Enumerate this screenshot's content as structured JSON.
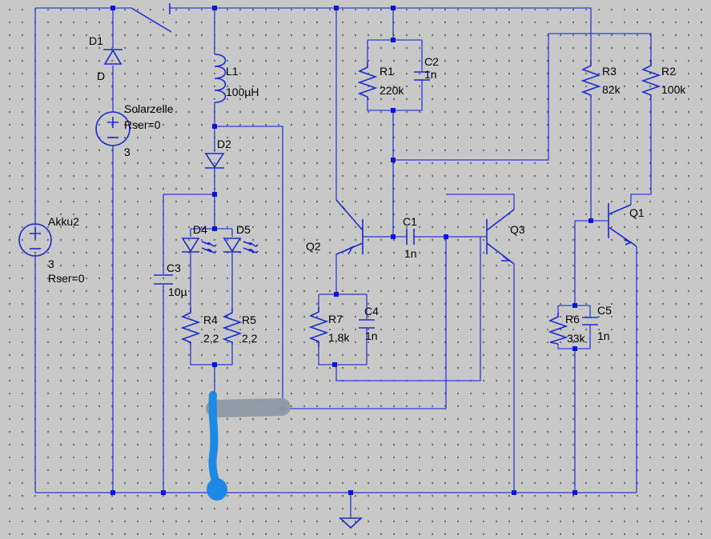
{
  "components": {
    "d1": {
      "name": "D1",
      "value": "D"
    },
    "solar": {
      "name": "Solarzelle",
      "rser": "Rser=0",
      "value": "3"
    },
    "akku": {
      "name": "Akku2",
      "value": "3",
      "rser": "Rser=0"
    },
    "l1": {
      "name": "L1",
      "value": "100µH"
    },
    "d2": {
      "name": "D2"
    },
    "d4": {
      "name": "D4"
    },
    "d5": {
      "name": "D5"
    },
    "c3": {
      "name": "C3",
      "value": "10µ"
    },
    "r4": {
      "name": "R4",
      "value": "2,2"
    },
    "r5": {
      "name": "R5",
      "value": "2,2"
    },
    "r1": {
      "name": "R1",
      "value": "220k"
    },
    "c2": {
      "name": "C2",
      "value": "1n"
    },
    "q2": {
      "name": "Q2"
    },
    "c1": {
      "name": "C1",
      "value": "1n"
    },
    "q3": {
      "name": "Q3"
    },
    "r7": {
      "name": "R7",
      "value": "1,8k"
    },
    "c4": {
      "name": "C4",
      "value": "1n"
    },
    "r3": {
      "name": "R3",
      "value": "82k"
    },
    "r2": {
      "name": "R2",
      "value": "100k"
    },
    "q1": {
      "name": "Q1"
    },
    "r6": {
      "name": "R6",
      "value": "33k"
    },
    "c5": {
      "name": "C5",
      "value": "1n"
    }
  },
  "colors": {
    "wire": "#2a3bd6",
    "node": "#0b17c9",
    "background": "#c8c8c8",
    "annotation_gray": "#8e9aa2",
    "annotation_blue": "#1e88e5"
  }
}
